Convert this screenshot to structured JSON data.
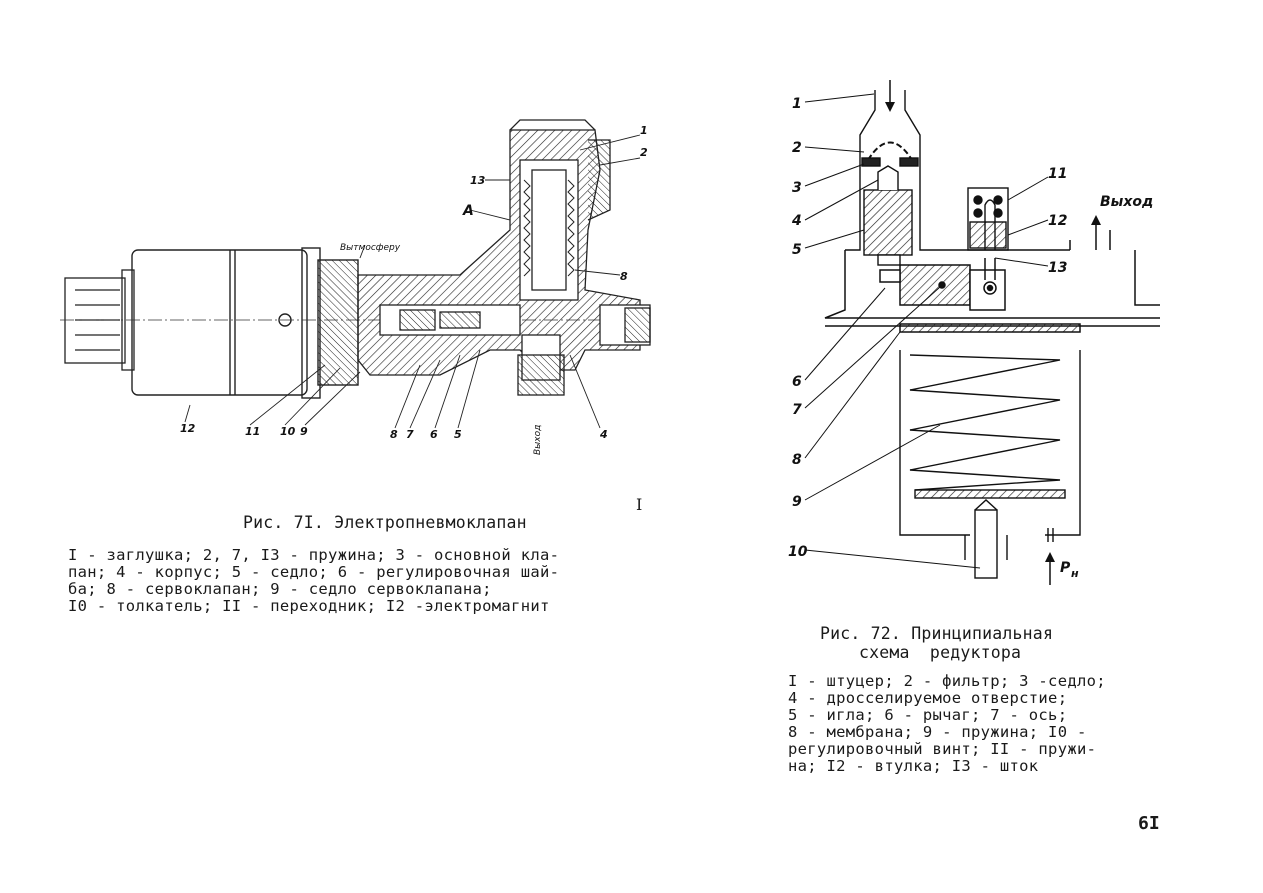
{
  "fig71": {
    "part_labels": [
      "1",
      "2",
      "13",
      "A",
      "8",
      "Вытмосферу",
      "12",
      "11",
      "10",
      "9",
      "8",
      "7",
      "6",
      "5",
      "4",
      "Выход"
    ],
    "caption": "Рис. 7I. Электропневмоклапан",
    "legend": [
      "I - заглушка; 2, 7, I3 - пружина; 3 - основной кла-",
      "пан; 4 - корпус; 5 - седло; 6 - регулировочная шай-",
      "ба; 8 - сервоклапан; 9 - седло сервоклапана;",
      "I0 - толкатель; II - переходник; I2 -электромагнит"
    ],
    "corner_mark": "I"
  },
  "fig72": {
    "part_labels": [
      "1",
      "2",
      "3",
      "4",
      "5",
      "11",
      "12",
      "13",
      "6",
      "7",
      "8",
      "9",
      "10",
      "Выход",
      "P",
      "н"
    ],
    "caption_line1": "Рис. 72. Принципиальная",
    "caption_line2": "схема  редуктора",
    "legend": [
      "I - штуцер; 2 - фильтр; 3 -седло;",
      "4 - дросселируемое отверстие;",
      "5 - игла; 6 - рычаг; 7 - ось;",
      "8 - мембрана; 9 - пружина; I0 -",
      "регулировочный винт; II - пружи-",
      "на; I2 - втулка; I3 - шток"
    ]
  },
  "page_number": "6I"
}
